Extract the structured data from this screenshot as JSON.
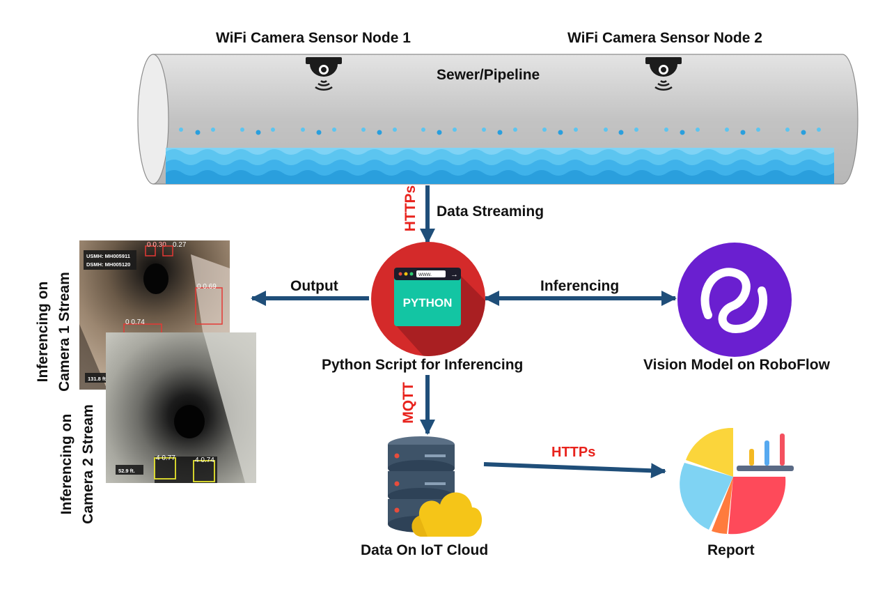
{
  "camera_nodes": {
    "node1": "WiFi Camera Sensor Node 1",
    "node2": "WiFi Camera Sensor Node 2"
  },
  "pipeline": {
    "label": "Sewer/Pipeline"
  },
  "links": {
    "pipe_to_script_protocol": "HTTPs",
    "pipe_to_script_label": "Data Streaming",
    "script_to_cloud_protocol": "MQTT",
    "cloud_to_report_protocol": "HTTPs",
    "output_label": "Output",
    "inferencing_label": "Inferencing"
  },
  "script": {
    "window_url": "www.",
    "badge": "PYTHON",
    "label": "Python Script for Inferencing"
  },
  "vision_model": {
    "label": "Vision Model on RoboFlow"
  },
  "cloud": {
    "label": "Data On IoT Cloud"
  },
  "report": {
    "label": "Report"
  },
  "camera1": {
    "side_label_line1": "Inferencing on",
    "side_label_line2": "Camera 1 Stream",
    "usmh": "USMH:  MH005911",
    "dsmh": "DSMH:  MH005120",
    "distance": "131.8  ft.",
    "detections": [
      "0  0.30",
      "0.27",
      "0  0.69",
      "0  0.74"
    ]
  },
  "camera2": {
    "side_label_line1": "Inferencing on",
    "side_label_line2": "Camera 2 Stream",
    "distance": "52.9  ft.",
    "detections": [
      "4  0.77",
      "4  0.74"
    ]
  },
  "colors": {
    "arrow": "#1f4e79",
    "protocol_red": "#e8231d",
    "pipe_gray": "#c9c9c9",
    "water_light": "#7fd3f5",
    "water_dark": "#2a9fdd",
    "roboflow_purple": "#6a1fd0",
    "python_red": "#d42a2a",
    "python_teal": "#13c5a3"
  },
  "icons": [
    "camera-dome-icon",
    "python-script-icon",
    "roboflow-logo-icon",
    "database-server-icon",
    "cloud-icon",
    "report-chart-icon"
  ]
}
